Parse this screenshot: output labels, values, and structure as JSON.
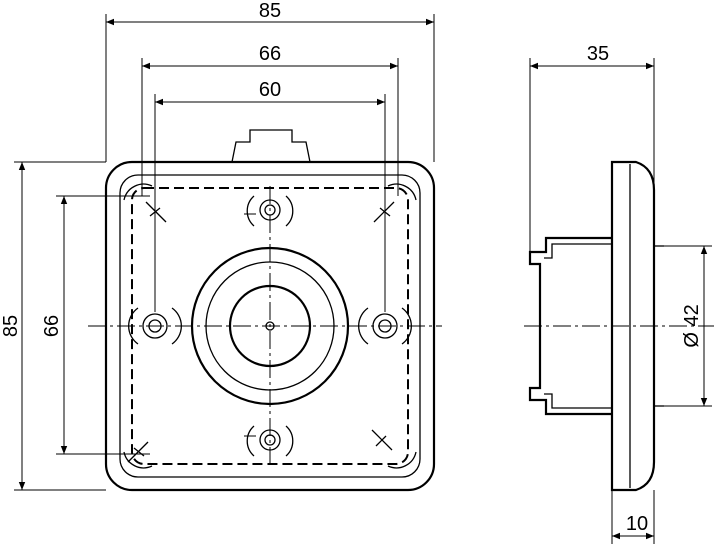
{
  "front_view": {
    "dim_top_overall": "85",
    "dim_top_mid": "66",
    "dim_top_inner": "60",
    "dim_left_overall": "85",
    "dim_left_inner": "66"
  },
  "side_view": {
    "dim_depth": "35",
    "dim_diameter": "Ø 42",
    "dim_flange": "10"
  }
}
